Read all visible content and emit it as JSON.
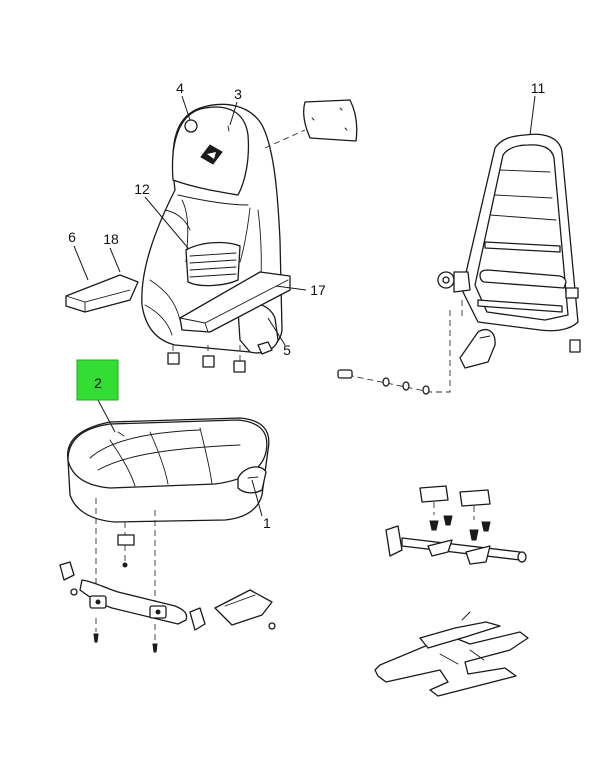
{
  "diagram": {
    "highlight_color": "#33dd33",
    "callouts": [
      {
        "id": "c1",
        "text": "1"
      },
      {
        "id": "c2",
        "text": "2"
      },
      {
        "id": "c3",
        "text": "3"
      },
      {
        "id": "c4",
        "text": "4"
      },
      {
        "id": "c5",
        "text": "5"
      },
      {
        "id": "c6",
        "text": "6"
      },
      {
        "id": "c11",
        "text": "11"
      },
      {
        "id": "c12",
        "text": "12"
      },
      {
        "id": "c17",
        "text": "17"
      },
      {
        "id": "c18",
        "text": "18"
      }
    ]
  }
}
